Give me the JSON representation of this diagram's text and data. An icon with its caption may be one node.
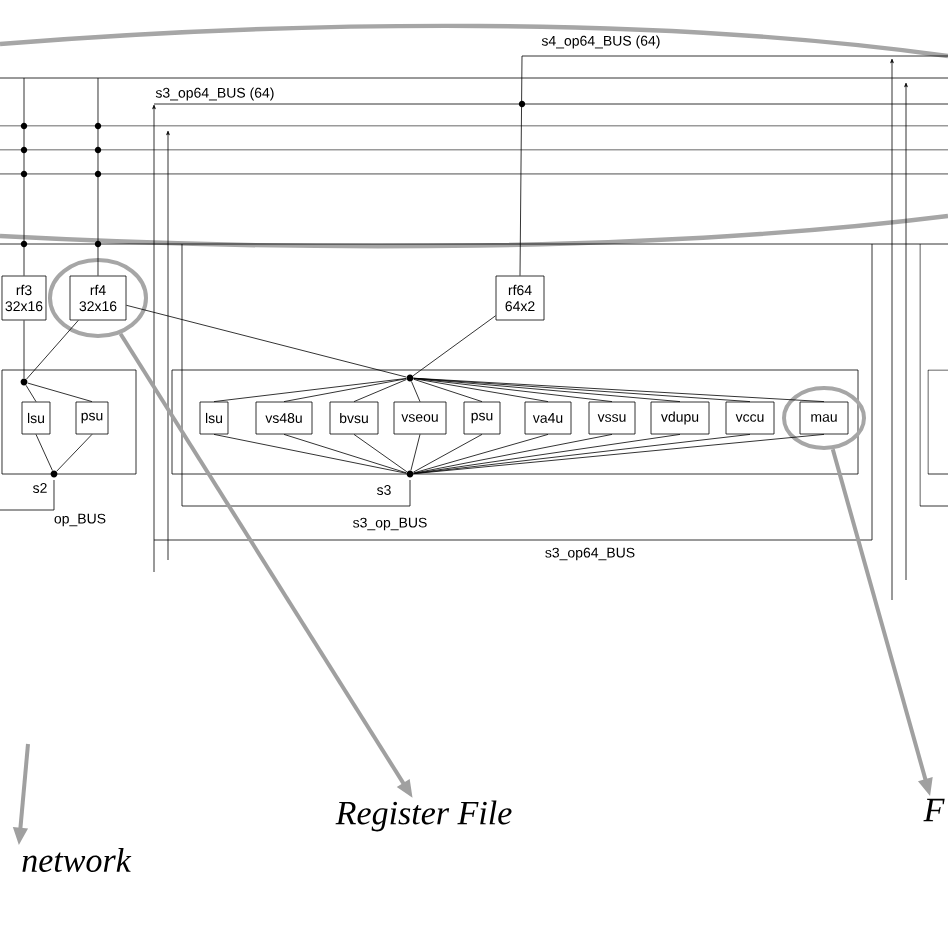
{
  "diagram": {
    "nodes": [
      {
        "text": [
          "rf3 32x16"
        ]
      },
      {
        "text": [
          "rf4 32x16"
        ],
        "in": 17
      },
      {
        "text": [
          "rf64 64x2"
        ]
      },
      {
        "text": [
          "s2"
        ]
      },
      {
        "text": [
          "lsu"
        ],
        "in": 3
      },
      {
        "text": [
          "psu"
        ],
        "in": 3
      },
      {
        "text": [
          "s3"
        ]
      },
      {
        "text": [
          "lsu"
        ],
        "in": 6
      },
      {
        "text": [
          "vs48u"
        ],
        "in": 6
      },
      {
        "text": [
          "bvsu"
        ],
        "in": 6
      },
      {
        "text": [
          "vseou"
        ],
        "in": 6
      },
      {
        "text": [
          "psu"
        ],
        "in": 6
      },
      {
        "text": [
          "va4u"
        ],
        "in": 6
      },
      {
        "text": [
          "vssu"
        ],
        "in": 6
      },
      {
        "text": [
          "vdupu"
        ],
        "in": 6
      },
      {
        "text": [
          "vccu"
        ],
        "in": 6
      },
      {
        "text": [
          "mau"
        ],
        "in": 18
      },
      {
        "text": [],
        "shape": "circle"
      },
      {
        "text": [],
        "shape": "circle"
      },
      {
        "text": [
          "Register File"
        ]
      },
      {
        "text": [
          "F"
        ]
      },
      {
        "text": [
          "network"
        ]
      },
      {
        "text": [],
        "shape": "circle",
        "in": 3
      },
      {
        "text": [],
        "shape": "circle"
      },
      {
        "text": [],
        "shape": "circle",
        "in": 6
      },
      {
        "text": [],
        "shape": "circle"
      }
    ],
    "edges": [
      {
        "from": null,
        "to": 0,
        "arrow": "none"
      },
      {
        "from": null,
        "to": 1,
        "arrow": "none"
      },
      {
        "from": null,
        "to": 2,
        "arrow": "none"
      },
      {
        "from": 0,
        "to": 22,
        "arrow": "none"
      },
      {
        "from": 1,
        "to": 22,
        "arrow": "none"
      },
      {
        "from": 4,
        "to": 22,
        "arrow": "none"
      },
      {
        "from": 5,
        "to": 22,
        "arrow": "none"
      },
      {
        "from": 4,
        "to": 23,
        "arrow": "none"
      },
      {
        "from": 5,
        "to": 23,
        "arrow": "none"
      },
      {
        "from": 1,
        "to": 24,
        "arrow": "none"
      },
      {
        "from": 2,
        "to": 24,
        "arrow": "none"
      },
      {
        "from": 7,
        "to": 24,
        "arrow": "none"
      },
      {
        "from": 8,
        "to": 24,
        "arrow": "none"
      },
      {
        "from": 9,
        "to": 24,
        "arrow": "none"
      },
      {
        "from": 10,
        "to": 24,
        "arrow": "none"
      },
      {
        "from": 11,
        "to": 24,
        "arrow": "none"
      },
      {
        "from": 12,
        "to": 24,
        "arrow": "none"
      },
      {
        "from": 13,
        "to": 24,
        "arrow": "none"
      },
      {
        "from": 14,
        "to": 24,
        "arrow": "none"
      },
      {
        "from": 15,
        "to": 24,
        "arrow": "none"
      },
      {
        "from": 16,
        "to": 24,
        "arrow": "none"
      },
      {
        "from": 7,
        "to": 25,
        "arrow": "none"
      },
      {
        "from": 8,
        "to": 25,
        "arrow": "none"
      },
      {
        "from": 9,
        "to": 25,
        "arrow": "none"
      },
      {
        "from": 10,
        "to": 25,
        "arrow": "none"
      },
      {
        "from": 11,
        "to": 25,
        "arrow": "none"
      },
      {
        "from": 12,
        "to": 25,
        "arrow": "none"
      },
      {
        "from": 13,
        "to": 25,
        "arrow": "none"
      },
      {
        "from": 14,
        "to": 25,
        "arrow": "none"
      },
      {
        "from": 15,
        "to": 25,
        "arrow": "none"
      },
      {
        "from": 16,
        "to": 25,
        "arrow": "none"
      },
      {
        "from": 17,
        "to": 19,
        "arrow": "to",
        "style": "thick",
        "color": "#a0a0a0"
      },
      {
        "from": 18,
        "to": 20,
        "arrow": "to",
        "style": "thick",
        "color": "#a0a0a0"
      },
      {
        "from": null,
        "to": 21,
        "arrow": "to",
        "style": "thick",
        "color": "#a0a0a0"
      }
    ],
    "labels": [
      "s4_op64_BUS (64)",
      "s3_op64_BUS (64)",
      "op_BUS",
      "s3_op_BUS",
      "s3_op64_BUS"
    ]
  }
}
